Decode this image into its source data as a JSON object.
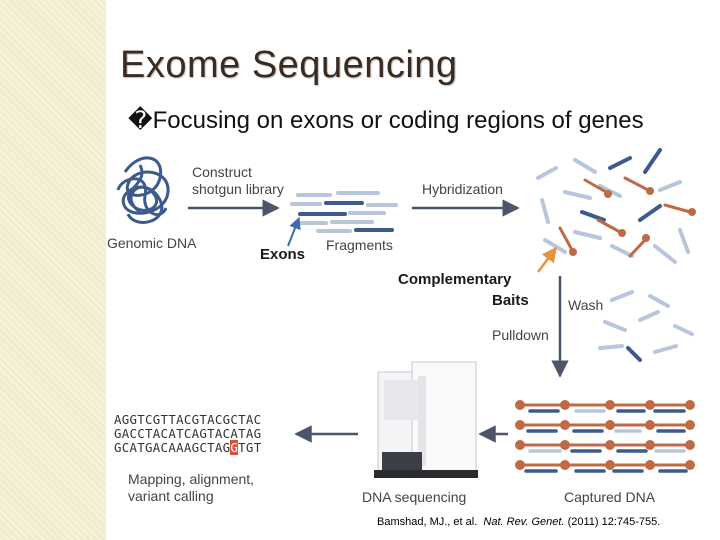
{
  "slide": {
    "title": "Exome Sequencing",
    "bullet_glyph": "�",
    "bullet_text": "Focusing on exons or coding regions of genes"
  },
  "diagram": {
    "genomic_dna": "Genomic DNA",
    "construct_line1": "Construct",
    "construct_line2": "shotgun library",
    "fragments": "Fragments",
    "exons": "Exons",
    "hybridization": "Hybridization",
    "complementary_line1": "Complementary",
    "complementary_line2": "Baits",
    "wash": "Wash",
    "pulldown": "Pulldown",
    "captured_dna": "Captured DNA",
    "dna_sequencing": "DNA sequencing",
    "mapping_line1": "Mapping, alignment,",
    "mapping_line2": "variant calling",
    "seq1": "AGGTCGTTACGTACGCTAC",
    "seq2": "GACCTACATCAGTACATAG",
    "seq3_pre": "GCATGACAAAGCTAG",
    "seq3_hl": "G",
    "seq3_post": "TGT"
  },
  "citation": {
    "authors": "Bamshad, MJ., et al.",
    "journal": "Nat. Rev. Genet.",
    "details": "(2011) 12:745-755."
  },
  "colors": {
    "fragment_blue": "#3d5a8c",
    "fragment_light": "#b8c6dc",
    "bait_orange": "#c06a45",
    "arrow_gray": "#4a5668",
    "highlight_red": "#d9503b",
    "accent_orange": "#e8923a"
  }
}
